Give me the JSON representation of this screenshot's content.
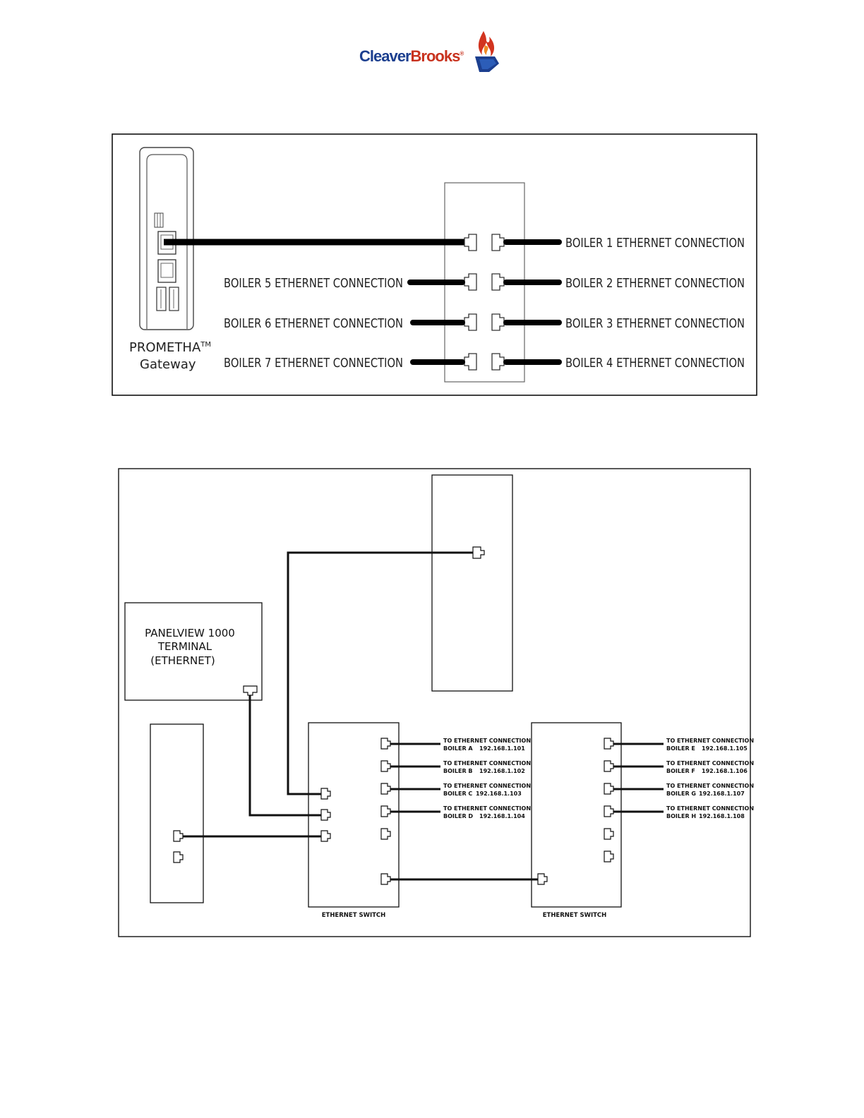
{
  "brand": {
    "part1": "Cleaver",
    "part2": "Brooks",
    "reg": "®",
    "primary_color": "#1c3f8f",
    "accent_color": "#c8321e"
  },
  "diagram1": {
    "gateway_line1": "PROMETHA",
    "gateway_tm": "TM",
    "gateway_line2": "Gateway",
    "left_labels": [
      "BOILER 5 ETHERNET CONNECTION",
      "BOILER 6 ETHERNET CONNECTION",
      "BOILER 7 ETHERNET CONNECTION"
    ],
    "right_labels": [
      "BOILER 1 ETHERNET CONNECTION",
      "BOILER 2 ETHERNET CONNECTION",
      "BOILER 3 ETHERNET CONNECTION",
      "BOILER 4 ETHERNET CONNECTION"
    ]
  },
  "diagram2": {
    "panelview_line1": "PANELVIEW 1000",
    "panelview_line2": "TERMINAL",
    "panelview_line3": "(ETHERNET)",
    "switch1_label": "ETHERNET SWITCH",
    "switch2_label": "ETHERNET SWITCH",
    "connection_heading": "TO ETHERNET CONNECTION",
    "switch1_ports": [
      {
        "boiler": "BOILER A",
        "ip": "192.168.1.101"
      },
      {
        "boiler": "BOILER B",
        "ip": "192.168.1.102"
      },
      {
        "boiler": "BOILER C",
        "ip": "192.168.1.103"
      },
      {
        "boiler": "BOILER D",
        "ip": "192.168.1.104"
      }
    ],
    "switch2_ports": [
      {
        "boiler": "BOILER E",
        "ip": "192.168.1.105"
      },
      {
        "boiler": "BOILER F",
        "ip": "192.168.1.106"
      },
      {
        "boiler": "BOILER G",
        "ip": "192.168.1.107"
      },
      {
        "boiler": "BOILER H",
        "ip": "192.168.1.108"
      }
    ]
  }
}
